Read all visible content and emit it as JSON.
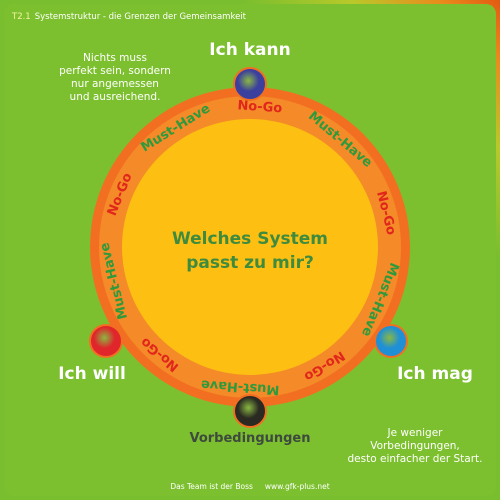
{
  "header": {
    "number": "T2.1",
    "title": "Systemstruktur - die Grenzen der Gemeinsamkeit"
  },
  "notes": {
    "top_left": [
      "Nichts muss",
      "perfekt sein, sondern",
      "nur angemessen",
      "und ausreichend."
    ],
    "bottom_right": [
      "Je weniger",
      "Vorbedingungen,",
      "desto einfacher der Start."
    ]
  },
  "center": {
    "line1": "Welches System",
    "line2": "passt zu mir?"
  },
  "nodes": {
    "top": {
      "label": "Ich kann",
      "color": "#3b3f9e"
    },
    "left": {
      "label": "Ich will",
      "color": "#e0252b"
    },
    "right": {
      "label": "Ich mag",
      "color": "#1f8fd6"
    },
    "bottom": {
      "label": "Vorbedingungen",
      "color": "#2a2a22"
    }
  },
  "ring_labels": [
    {
      "text": "Must-Have",
      "kind": "must"
    },
    {
      "text": "No-Go",
      "kind": "nogo"
    },
    {
      "text": "Must-Have",
      "kind": "must"
    },
    {
      "text": "No-Go",
      "kind": "nogo"
    },
    {
      "text": "Must-Have",
      "kind": "must"
    },
    {
      "text": "No-Go",
      "kind": "nogo"
    },
    {
      "text": "Must-Have",
      "kind": "must"
    },
    {
      "text": "No-Go",
      "kind": "nogo"
    },
    {
      "text": "Must-Have",
      "kind": "must"
    },
    {
      "text": "No-Go",
      "kind": "nogo"
    }
  ],
  "colors": {
    "ring_orange": "#f26f22",
    "disc_yellow": "#fdbf12",
    "must_green": "#2e9a3c",
    "nogo_red": "#e1261c",
    "label_white": "#ffffff",
    "label_gray": "#3d4a3d"
  },
  "footer": {
    "left": "Das Team ist der Boss",
    "right": "www.gfk-plus.net"
  }
}
